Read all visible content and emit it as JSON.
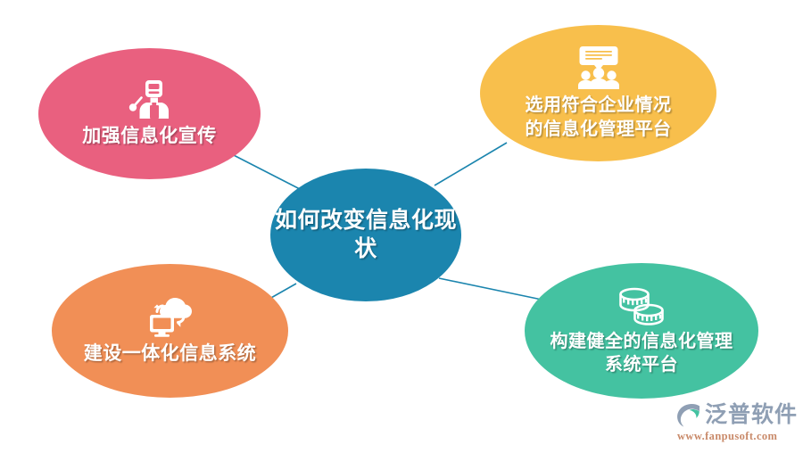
{
  "diagram": {
    "type": "mind-map",
    "background_color": "#ffffff",
    "connector_color": "#1b85ae",
    "center": {
      "id": "center",
      "label": "如何改变信息化现状",
      "color": "#1b85ae",
      "icon": "none"
    },
    "branches": [
      {
        "id": "promotion",
        "label": "加强信息化宣传",
        "color": "#e9607f",
        "icon": "welder-icon",
        "position": "top-left"
      },
      {
        "id": "platform-select",
        "label": "选用符合企业情况\n的信息化管理平台",
        "color": "#f8bf4c",
        "icon": "team-discussion-icon",
        "position": "top-right"
      },
      {
        "id": "integrated-system",
        "label": "建设一体化信息系统",
        "color": "#f18f56",
        "icon": "cloud-sync-monitor-icon",
        "position": "bottom-left"
      },
      {
        "id": "mgmt-platform",
        "label": "构建健全的信息化管理\n系统平台",
        "color": "#44c2a1",
        "icon": "stacked-coins-icon",
        "position": "bottom-right"
      }
    ]
  },
  "brand": {
    "name": "泛普软件",
    "url": "www.fanpusoft.com",
    "mark_color_primary": "#8f9fb4",
    "mark_color_accent": "#44c2a1",
    "url_color": "#c98a6a"
  }
}
